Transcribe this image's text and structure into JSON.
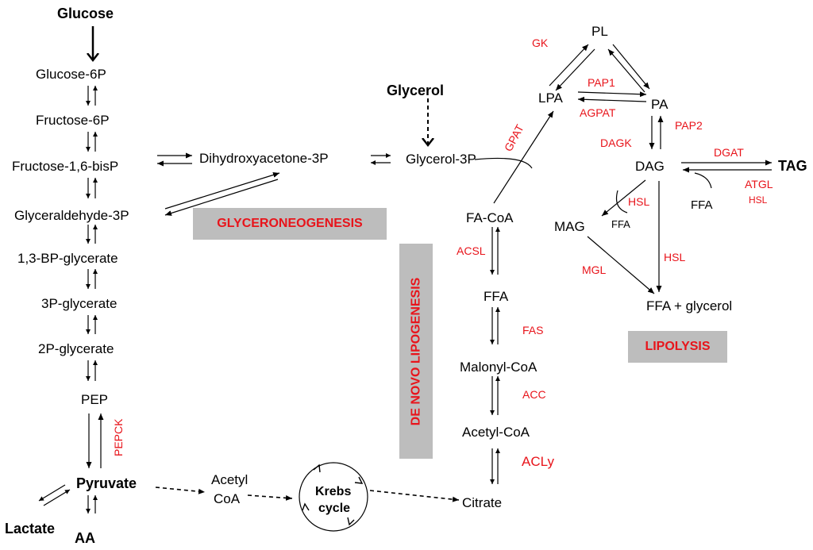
{
  "metabolites": {
    "glucose": "Glucose",
    "glucose_6p": "Glucose-6P",
    "fructose_6p": "Fructose-6P",
    "fructose_16bisp": "Fructose-1,6-bisP",
    "glyceraldehyde_3p": "Glyceraldehyde-3P",
    "bp_glycerate": "1,3-BP-glycerate",
    "glycerate_3p": "3P-glycerate",
    "glycerate_2p": "2P-glycerate",
    "pep": "PEP",
    "pyruvate": "Pyruvate",
    "lactate": "Lactate",
    "aa": "AA",
    "acetyl_coa_line1": "Acetyl",
    "acetyl_coa_line2": "CoA",
    "krebs_line1": "Krebs",
    "krebs_line2": "cycle",
    "dihydroxyacetone_3p": "Dihydroxyacetone-3P",
    "glycerol": "Glycerol",
    "glycerol_3p": "Glycerol-3P",
    "citrate": "Citrate",
    "acetyl_coa": "Acetyl-CoA",
    "malonyl_coa": "Malonyl-CoA",
    "ffa": "FFA",
    "fa_coa": "FA-CoA",
    "pl": "PL",
    "lpa": "LPA",
    "pa": "PA",
    "dag": "DAG",
    "tag": "TAG",
    "mag": "MAG",
    "ffa_dag": "FFA",
    "ffa_mag": "FFA",
    "ffa_glycerol": "FFA + glycerol"
  },
  "enzymes": {
    "pepck": "PEPCK",
    "gk": "GK",
    "pap1": "PAP1",
    "agpat": "AGPAT",
    "pap2": "PAP2",
    "dagk": "DAGK",
    "gpat": "GPAT",
    "dgat": "DGAT",
    "atgl": "ATGL",
    "hsl_atgl": "HSL",
    "hsl_dag": "HSL",
    "hsl_mag": "HSL",
    "mgl": "MGL",
    "acsl": "ACSL",
    "fas": "FAS",
    "acc": "ACC",
    "acly": "ACLy"
  },
  "pathways": {
    "glyceroneogenesis": "GLYCERONEOGENESIS",
    "de_novo_lipogenesis": "DE NOVO LIPOGENESIS",
    "lipolysis": "LIPOLYSIS"
  },
  "colors": {
    "enzyme": "#e8141b",
    "pathway_box": "#bdbdbd",
    "text": "#000000"
  }
}
